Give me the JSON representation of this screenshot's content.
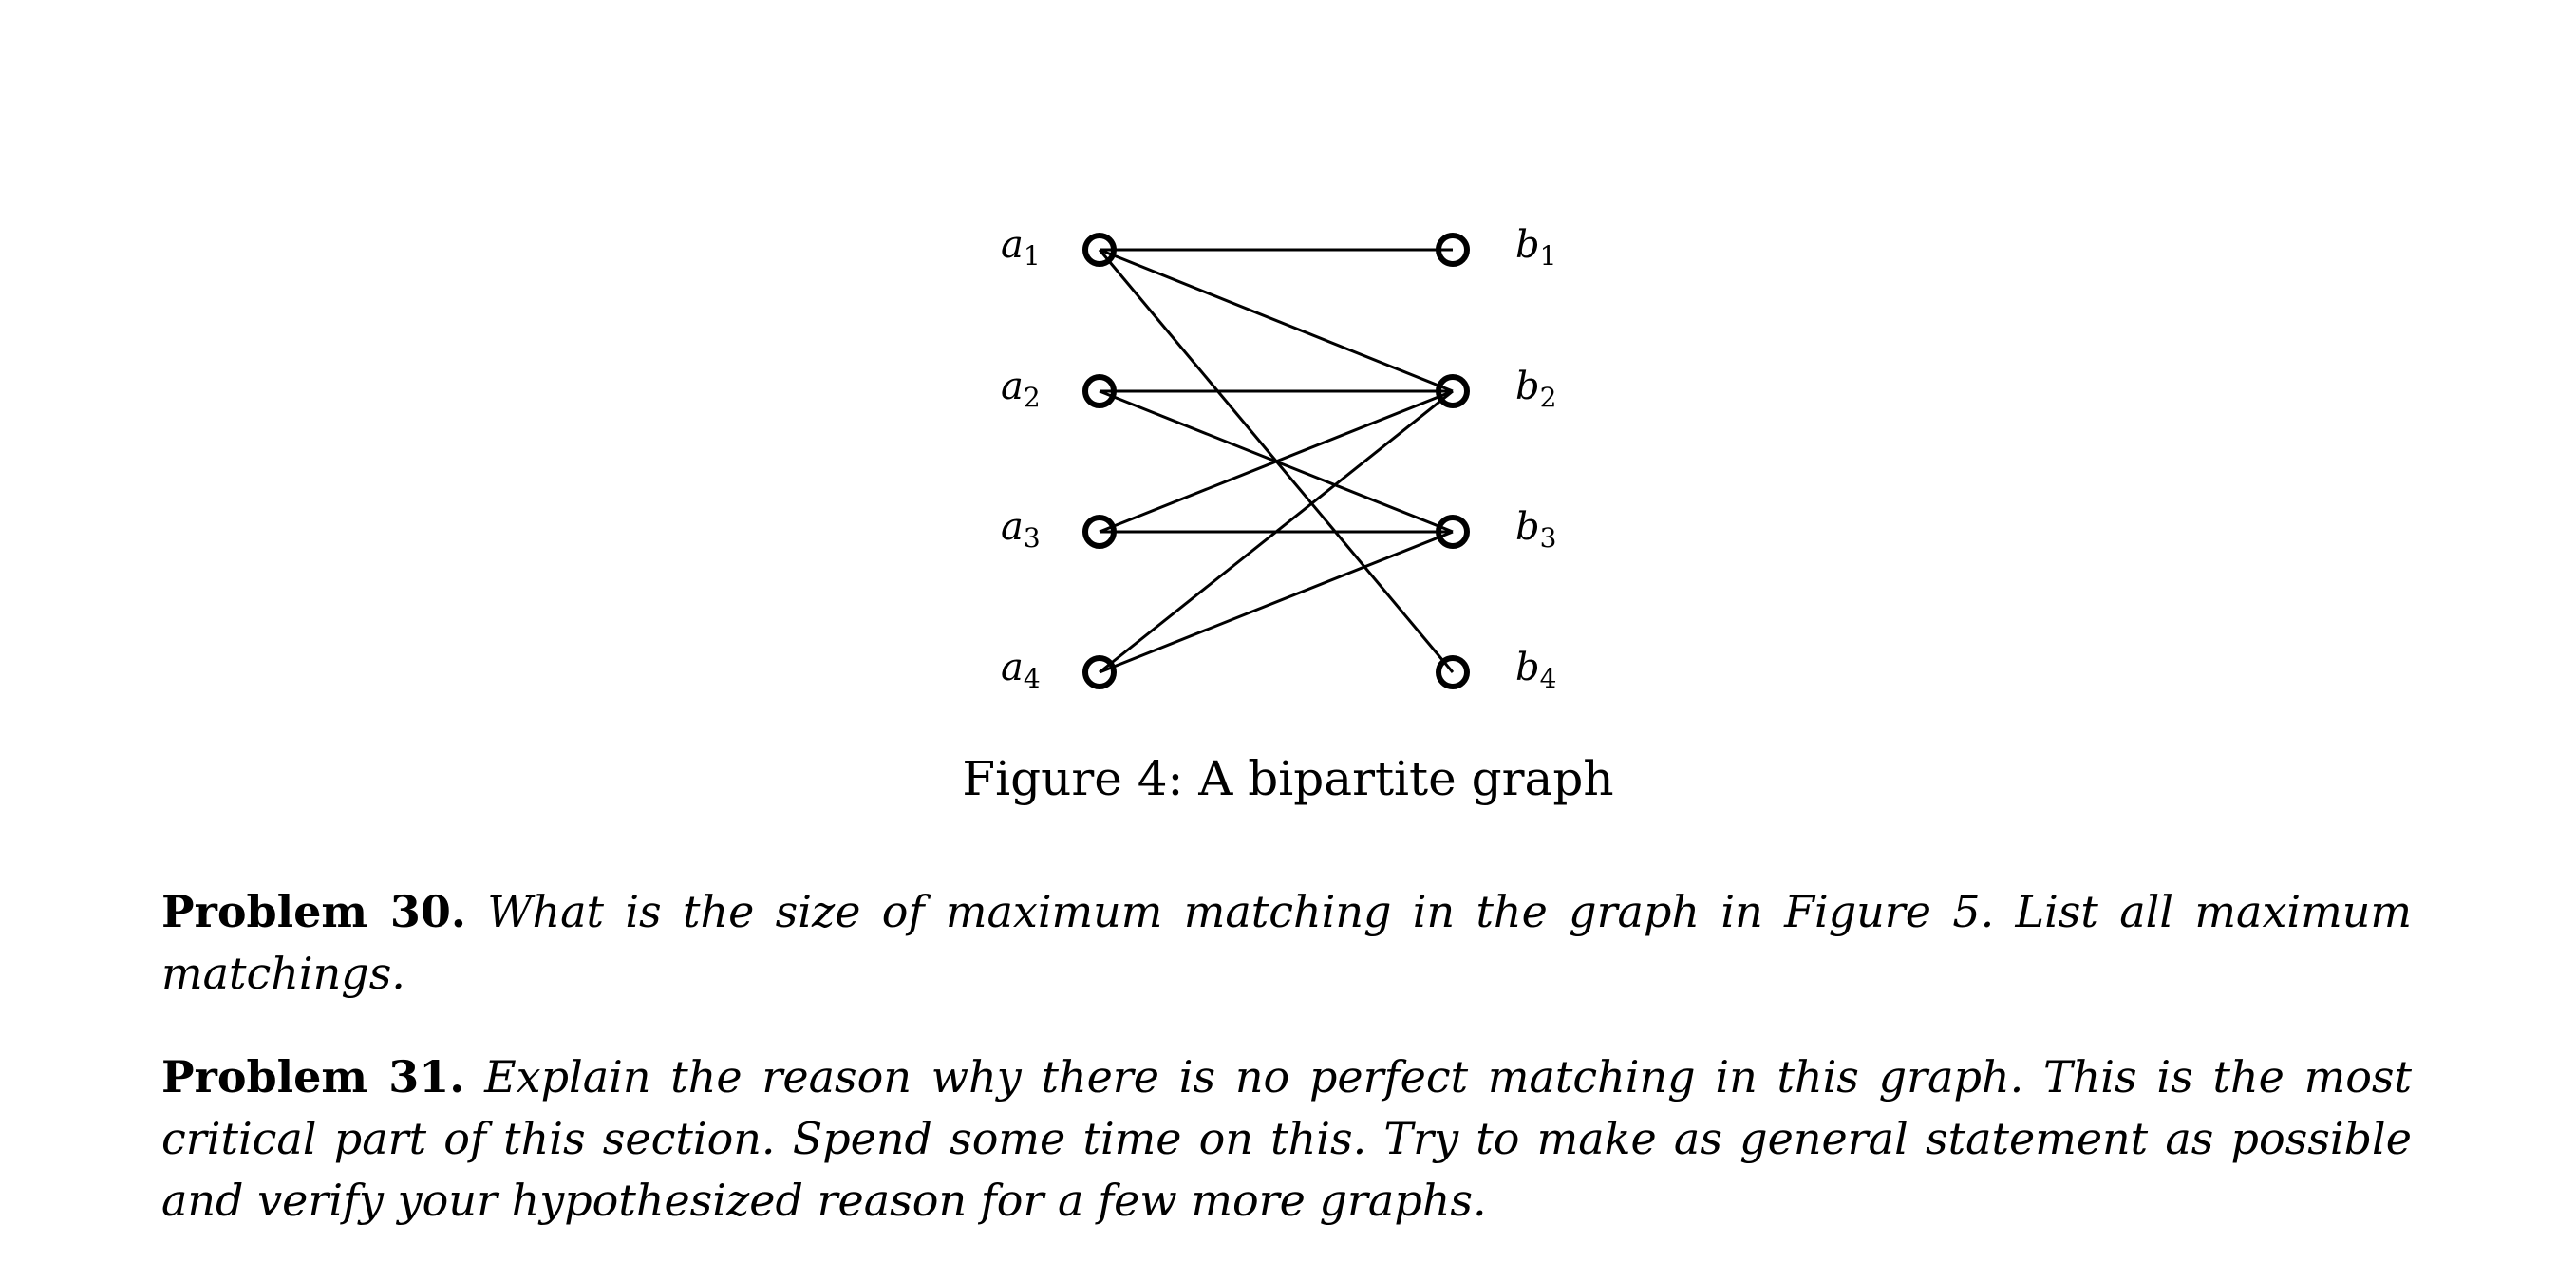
{
  "figure": {
    "left_labels": [
      {
        "base": "a",
        "sub": "1"
      },
      {
        "base": "a",
        "sub": "2"
      },
      {
        "base": "a",
        "sub": "3"
      },
      {
        "base": "a",
        "sub": "4"
      }
    ],
    "right_labels": [
      {
        "base": "b",
        "sub": "1"
      },
      {
        "base": "b",
        "sub": "2"
      },
      {
        "base": "b",
        "sub": "3"
      },
      {
        "base": "b",
        "sub": "4"
      }
    ],
    "edges": [
      [
        1,
        1
      ],
      [
        1,
        2
      ],
      [
        1,
        4
      ],
      [
        2,
        2
      ],
      [
        2,
        3
      ],
      [
        3,
        2
      ],
      [
        3,
        3
      ],
      [
        4,
        2
      ],
      [
        4,
        3
      ]
    ],
    "caption": "Figure 4:  A bipartite graph"
  },
  "problems": [
    {
      "label": "Problem 30.",
      "text": "What is the size of maximum matching in the graph in Figure 5.  List all maximum matchings."
    },
    {
      "label": "Problem 31.",
      "text": "Explain the reason why there is no perfect matching in this graph.  This is the most critical part of this section. Spend some time on this.  Try to make as general statement as possible and verify your hypothesized reason for a few more graphs."
    }
  ]
}
